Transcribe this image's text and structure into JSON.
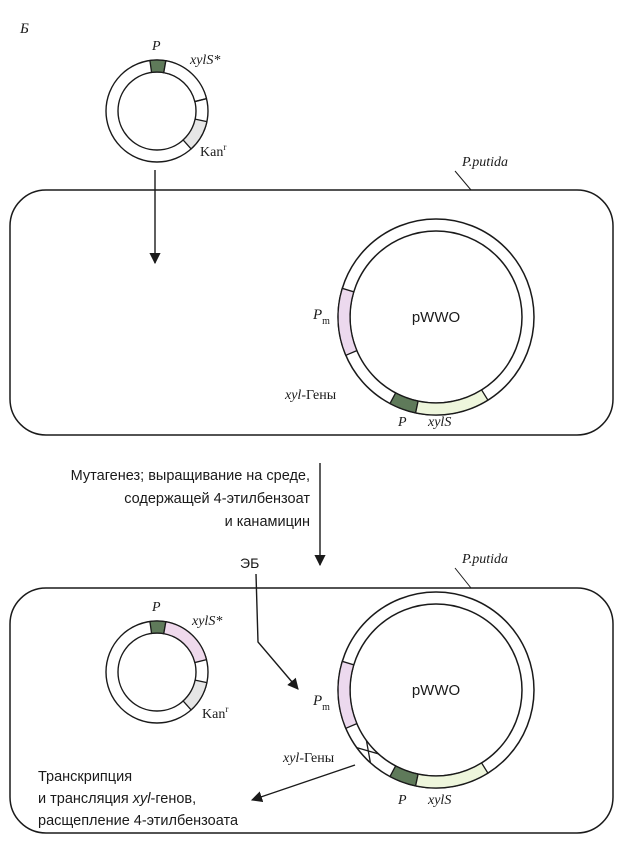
{
  "panel_label": "Б",
  "top": {
    "plasmid": {
      "promoter": "P",
      "gene": "xylS*",
      "marker_base": "Kan",
      "marker_sup": "r"
    },
    "cell_label": "P.putida",
    "pwwo": {
      "name": "pWWO",
      "pm_base": "P",
      "pm_sub": "m",
      "genes_prefix": "xyl",
      "genes_suffix": "-Гены",
      "promoter": "P",
      "gene": "xylS"
    }
  },
  "step_text": [
    "Мутагенез; выращивание на среде,",
    "содержащей 4-этилбензоат",
    "и канамицин"
  ],
  "bottom": {
    "eb_label": "ЭБ",
    "cell_label": "P.putida",
    "plasmid": {
      "promoter": "P",
      "gene": "xylS*",
      "marker_base": "Kan",
      "marker_sup": "r"
    },
    "pwwo": {
      "name": "pWWO",
      "pm_base": "P",
      "pm_sub": "m",
      "genes_prefix": "xyl",
      "genes_suffix": "-Гены",
      "promoter": "P",
      "gene": "xylS"
    },
    "result": {
      "line1": "Транскрипция",
      "line2_prefix": "и трансляция ",
      "line2_italic": "xyl",
      "line2_suffix": "-генов,",
      "line3": "расщепление 4-этилбензоата"
    }
  },
  "colors": {
    "promoter": "#5f7a5a",
    "xylS_star": "#efd9ec",
    "xylS": "#eef6dc",
    "pm": "#ecd9ee",
    "kan": "#e6e6e6",
    "stroke": "#1a1a1a"
  }
}
